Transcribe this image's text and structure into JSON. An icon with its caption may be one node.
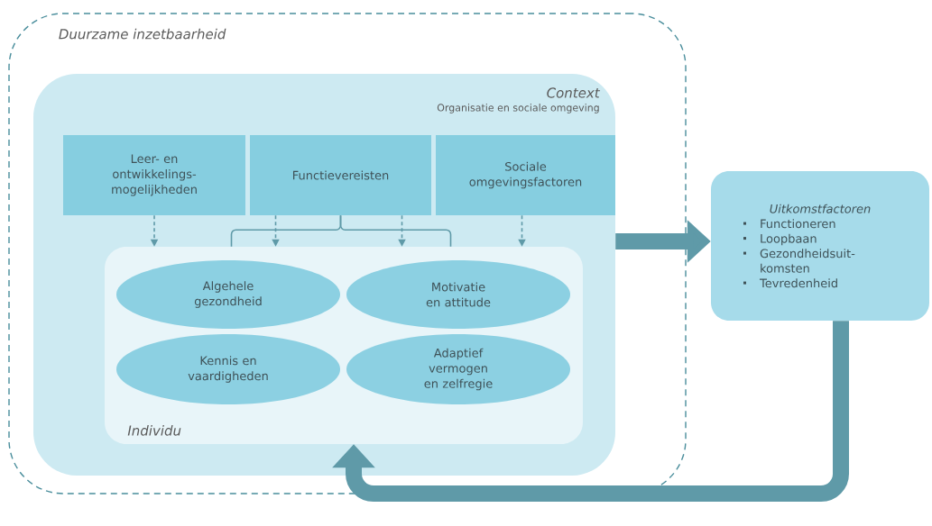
{
  "diagram": {
    "nodes": [
      {
        "text": [
          "Duurzame inzetbaarheid"
        ]
      },
      {
        "text": [
          "Context",
          "Organisatie en sociale omgeving"
        ],
        "in": 0
      },
      {
        "text": [
          "Leer- en ontwikkelings- mogelijkheden"
        ],
        "in": 1
      },
      {
        "text": [
          "Functievereisten"
        ],
        "in": 1
      },
      {
        "text": [
          "Sociale omgevingsfactoren"
        ],
        "in": 1
      },
      {
        "text": [
          "Individu"
        ],
        "in": 1
      },
      {
        "text": [
          "Algehele gezondheid"
        ],
        "in": 5
      },
      {
        "text": [
          "Motivatie en attitude"
        ],
        "in": 5
      },
      {
        "text": [
          "Kennis en vaardigheden"
        ],
        "in": 5
      },
      {
        "text": [
          "Adaptief vermogen en zelfregie"
        ],
        "in": 5
      },
      {
        "text": [
          "Uitkomstfactoren",
          "Functioneren",
          "Loopbaan",
          "Gezondheidsuit- komsten",
          "Tevredenheid"
        ]
      }
    ],
    "edges": [
      {
        "from": 2,
        "to": 5,
        "arrow": "to",
        "style": "dashed"
      },
      {
        "from": 3,
        "to": 5,
        "arrow": "to",
        "style": "dashed"
      },
      {
        "from": 3,
        "to": 5,
        "arrow": "to",
        "style": "dashed"
      },
      {
        "from": 4,
        "to": 5,
        "arrow": "to",
        "style": "dashed"
      },
      {
        "from": 3,
        "to": 5,
        "arrow": "none"
      },
      {
        "from": 3,
        "to": 5,
        "arrow": "none"
      },
      {
        "from": 1,
        "to": 10,
        "arrow": "to",
        "style": "thick"
      },
      {
        "from": 10,
        "to": 5,
        "arrow": "to",
        "style": "thick"
      }
    ]
  }
}
